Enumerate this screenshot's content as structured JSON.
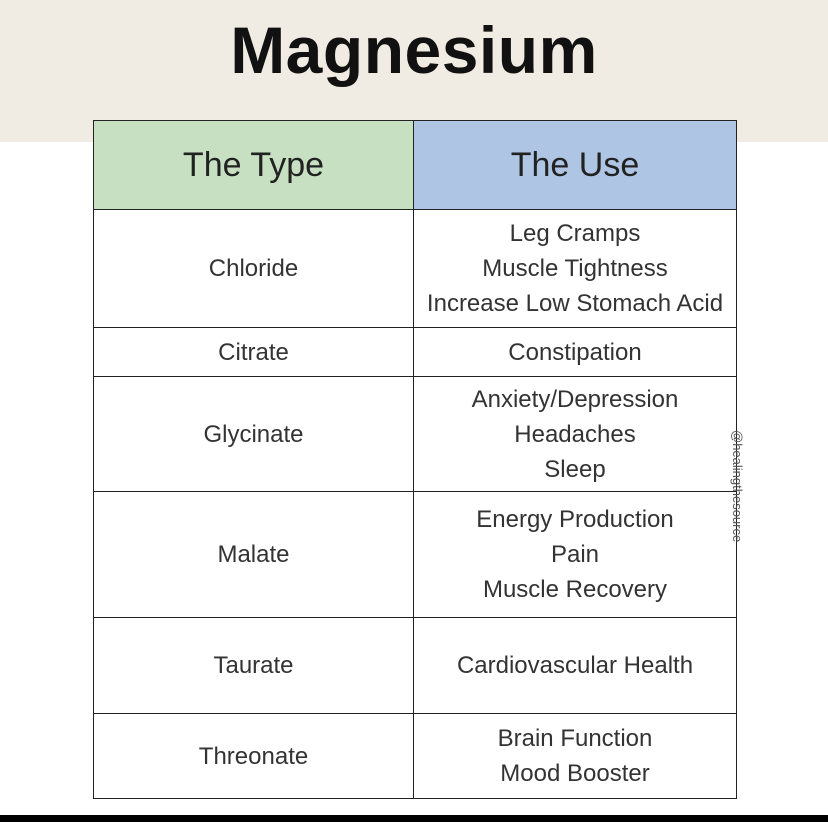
{
  "title": "Magnesium",
  "headers": {
    "type": "The Type",
    "use": "The Use"
  },
  "rows": [
    {
      "type": "Chloride",
      "uses": [
        "Leg Cramps",
        "Muscle Tightness",
        "Increase Low Stomach Acid"
      ]
    },
    {
      "type": "Citrate",
      "uses": [
        "Constipation"
      ]
    },
    {
      "type": "Glycinate",
      "uses": [
        "Anxiety/Depression",
        "Headaches",
        "Sleep"
      ]
    },
    {
      "type": "Malate",
      "uses": [
        "Energy Production",
        "Pain",
        "Muscle Recovery"
      ]
    },
    {
      "type": "Taurate",
      "uses": [
        "Cardiovascular Health"
      ]
    },
    {
      "type": "Threonate",
      "uses": [
        "Brain Function",
        "Mood Booster"
      ]
    }
  ],
  "watermark": "@healingthesource"
}
